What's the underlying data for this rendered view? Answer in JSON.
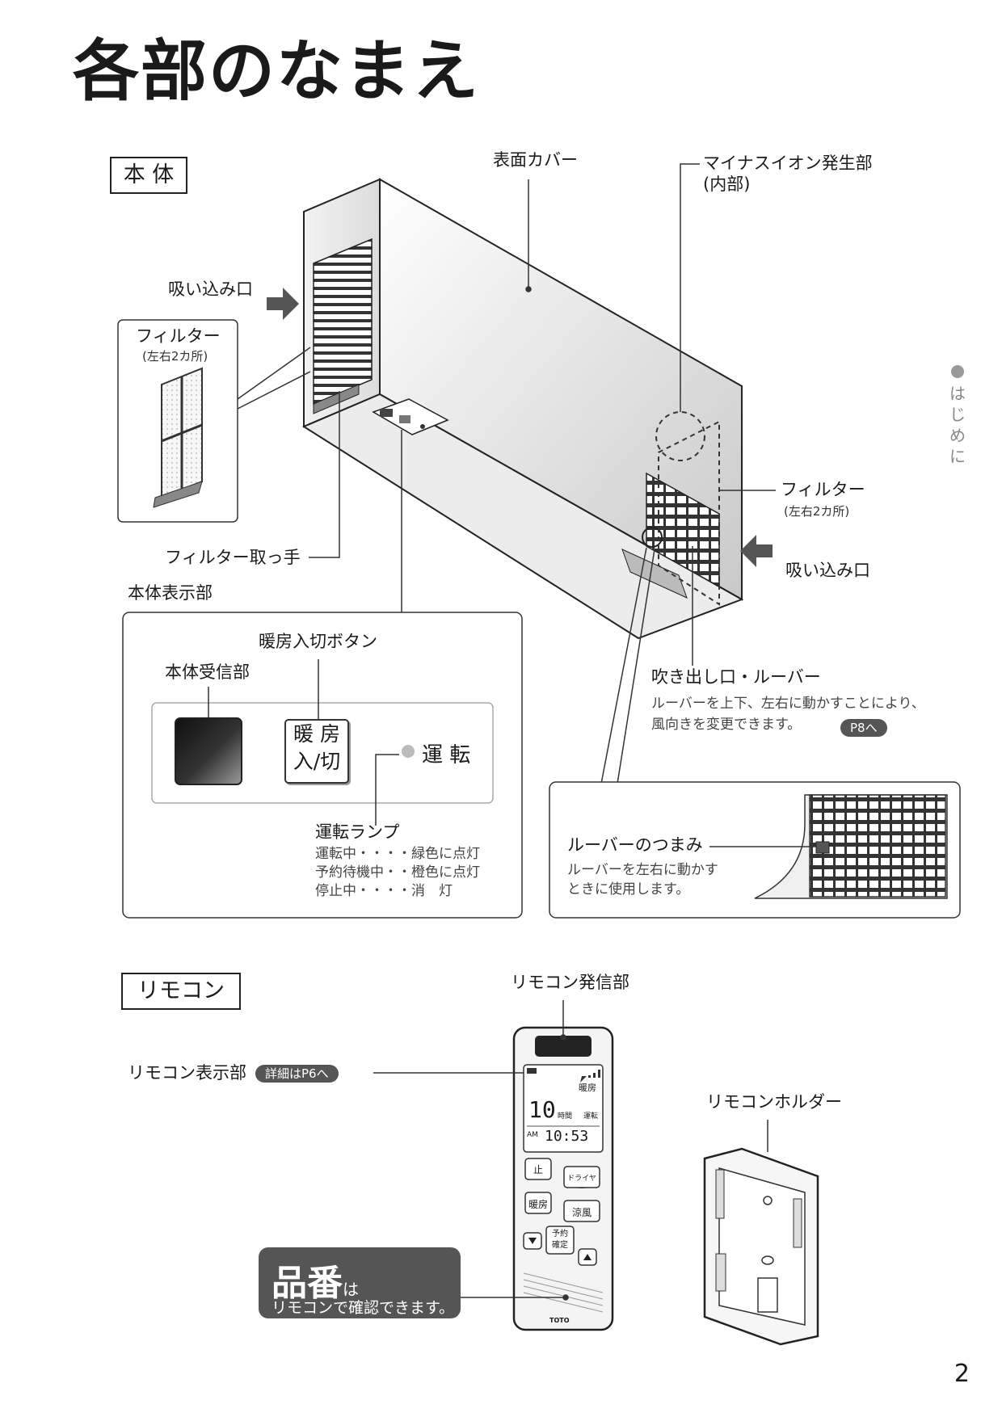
{
  "page": {
    "title": "各部のなまえ",
    "page_number": "2"
  },
  "side_tab": {
    "chars": [
      "は",
      "じ",
      "め",
      "に"
    ]
  },
  "body_section": {
    "label": "本 体",
    "front_cover": "表面カバー",
    "ion_unit": "マイナスイオン発生部",
    "ion_unit_sub": "(内部)",
    "intake_left": "吸い込み口",
    "filter_left": "フィルター",
    "filter_left_sub": "(左右2カ所)",
    "filter_right": "フィルター",
    "filter_right_sub": "(左右2カ所)",
    "intake_right": "吸い込み口",
    "filter_handle": "フィルター取っ手",
    "display_area": "本体表示部",
    "outlet_louver": "吹き出し口・ルーバー",
    "outlet_note_1": "ルーバーを上下、左右に動かすことにより、",
    "outlet_note_2": "風向きを変更できます。",
    "outlet_ref": "P8へ"
  },
  "display_panel": {
    "receiver": "本体受信部",
    "heat_button_label": "暖房入切ボタン",
    "heat_button_line1": "暖 房",
    "heat_button_line2": "入/切",
    "lamp_text": "運 転",
    "lamp_title": "運転ランプ",
    "lamp_rows": [
      "運転中・・・・緑色に点灯",
      "予約待機中・・橙色に点灯",
      "停止中・・・・消　灯"
    ]
  },
  "louver_panel": {
    "knob": "ルーバーのつまみ",
    "note_1": "ルーバーを左右に動かす",
    "note_2": "ときに使用します。"
  },
  "remote_section": {
    "label": "リモコン",
    "transmitter": "リモコン発信部",
    "display": "リモコン表示部",
    "display_ref": "詳細はP6へ",
    "holder": "リモコンホルダー",
    "callout_big": "品番",
    "callout_small": "は",
    "callout_line2": "リモコンで確認できます。"
  },
  "remote_device": {
    "mode": "暖房",
    "hours": "10",
    "hours_unit": "時間",
    "run_label": "運転",
    "am": "AM",
    "clock": "10:53",
    "btn_stop": "止",
    "btn_dryer": "ドライヤー",
    "btn_heat": "暖房",
    "btn_cool": "涼風",
    "btn_timer_1": "予約",
    "btn_timer_2": "確定",
    "brand": "TOTO"
  }
}
